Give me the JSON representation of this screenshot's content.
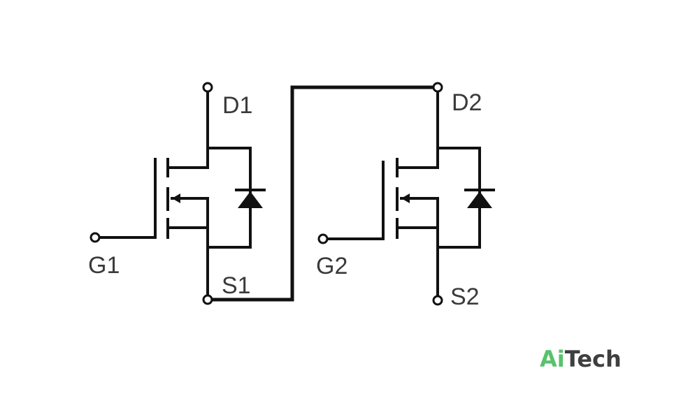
{
  "labels": {
    "d1": "D1",
    "g1": "G1",
    "s1": "S1",
    "d2": "D2",
    "g2": "G2",
    "s2": "S2"
  },
  "logo": {
    "part1": "Ai",
    "part2": "Tech"
  },
  "colors": {
    "line": "#111111",
    "logo_green": "#59c26b",
    "logo_dark": "#3f3f3f"
  }
}
